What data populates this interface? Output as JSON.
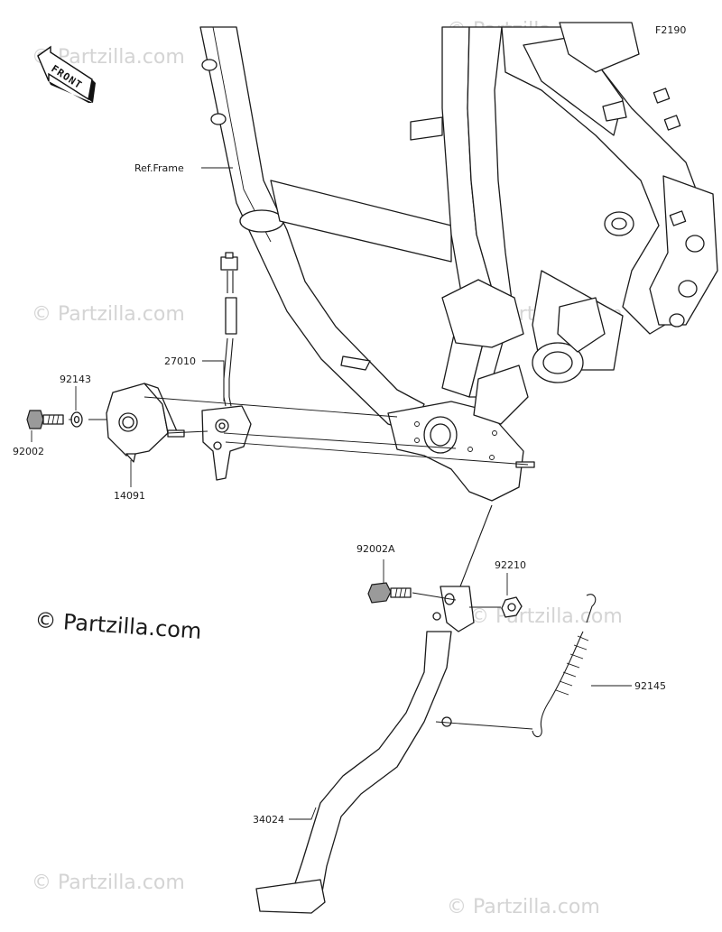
{
  "diagram_id": "F2190",
  "front_label": "FRONT",
  "watermarks": {
    "small": "© Partzilla.com",
    "large": "© Partzilla.com"
  },
  "callouts": {
    "ref_frame": "Ref.Frame",
    "p27010": "27010",
    "p92143": "92143",
    "p92002": "92002",
    "p14091": "14091",
    "p92002a": "92002A",
    "p92210": "92210",
    "p92145": "92145",
    "p34024": "34024"
  }
}
